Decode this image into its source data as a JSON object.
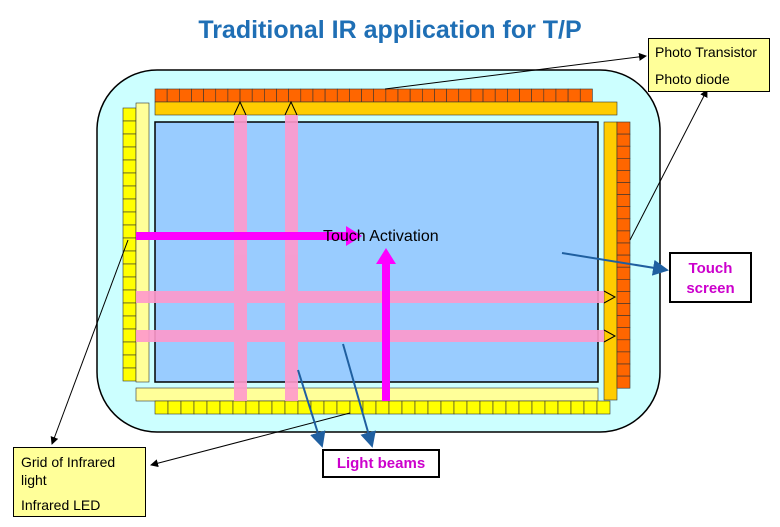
{
  "title": "Traditional IR application for T/P",
  "touch_activation": "Touch Activation",
  "callouts": {
    "photo": {
      "line1": "Photo Transistor",
      "line2": "Photo diode"
    },
    "touch_screen": {
      "line1": "Touch",
      "line2": "screen"
    },
    "light_beams": "Light beams",
    "grid": {
      "line1": "Grid of Infrared light",
      "line2": "Infrared LED"
    }
  },
  "colors": {
    "title": "#1f6fb5",
    "frame": "#ccffff",
    "screen": "#99ccff",
    "receiver": "#ff6600",
    "receiver_bar": "#ffcc00",
    "emitter": "#ffff00",
    "emitter_bar": "#ffff99",
    "beam": "#ff99cc",
    "active_beam": "#ff00ff"
  }
}
